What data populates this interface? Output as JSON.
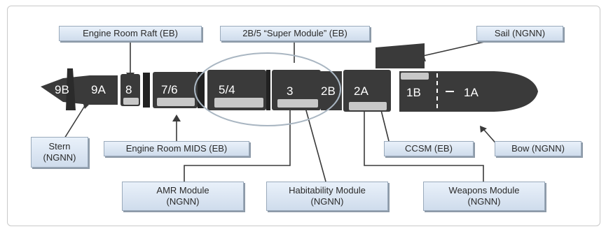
{
  "labels": {
    "engine_room_raft": "Engine Room Raft (EB)",
    "super_module": "2B/5 “Super Module” (EB)",
    "sail": "Sail (NGNN)",
    "stern_line1": "Stern",
    "stern_line2": "(NGNN)",
    "engine_room_mids": "Engine Room MIDS (EB)",
    "ccsm": "CCSM (EB)",
    "bow": "Bow (NGNN)",
    "amr_line1": "AMR Module",
    "amr_line2": "(NGNN)",
    "habitability_line1": "Habitability Module",
    "habitability_line2": "(NGNN)",
    "weapons_line1": "Weapons Module",
    "weapons_line2": "(NGNN)"
  },
  "segments": {
    "s9b": "9B",
    "s9a": "9A",
    "s8": "8",
    "s76": "7/6",
    "s54": "5/4",
    "s3": "3",
    "s2b": "2B",
    "s2a": "2A",
    "s1b": "1B",
    "s1a": "1A"
  },
  "colors": {
    "hull": "#3a3a3a",
    "hull_dark": "#222222",
    "highlight": "#c8c8c8",
    "label_border": "#9aaabb",
    "ellipse": "#a9b6c2"
  }
}
